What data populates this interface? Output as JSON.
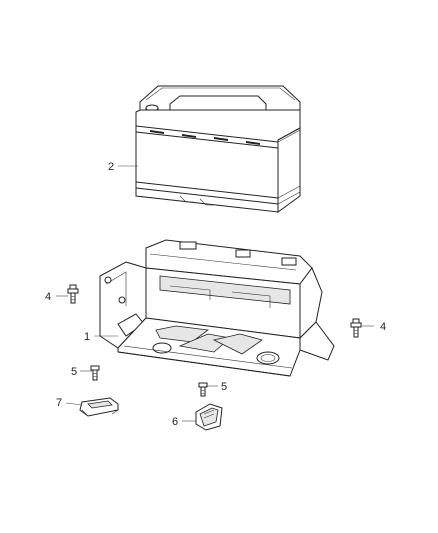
{
  "callouts": [
    {
      "id": "battery",
      "label": "2"
    },
    {
      "id": "tray",
      "label": "1"
    },
    {
      "id": "bolt-left",
      "label": "4"
    },
    {
      "id": "bolt-right",
      "label": "4"
    },
    {
      "id": "screw-left",
      "label": "5"
    },
    {
      "id": "screw-right",
      "label": "5"
    },
    {
      "id": "clip",
      "label": "7"
    },
    {
      "id": "bracket",
      "label": "6"
    }
  ]
}
